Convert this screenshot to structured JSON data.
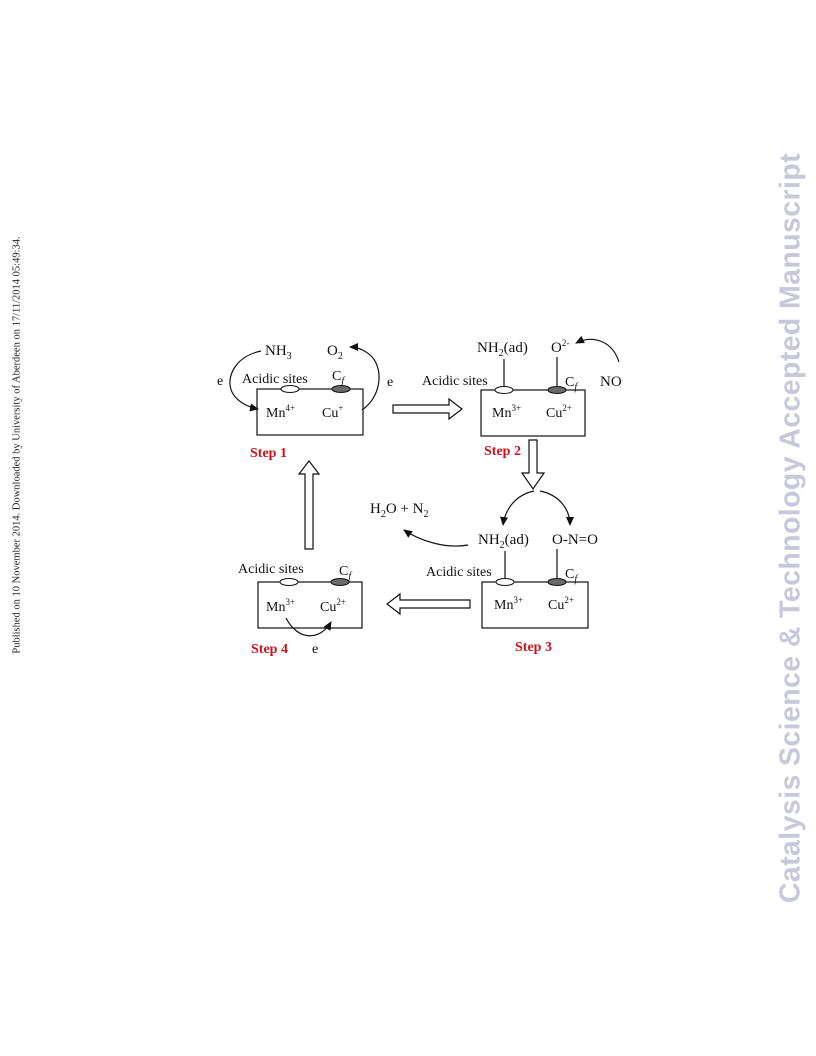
{
  "side_note": "Published on 10 November 2014. Downloaded by University of Aberdeen on 17/11/2014 05:49:34.",
  "watermark": "Catalysis Science & Technology Accepted Manuscript",
  "colors": {
    "step_label": "#d0111b",
    "watermark": "#c8c8da",
    "line": "#111111"
  },
  "scheme": {
    "step1": {
      "label": "Step 1",
      "nh3": "NH",
      "nh3_sub": "3",
      "o2": "O",
      "o2_sub": "2",
      "acidic": "Acidic sites",
      "cf": "C",
      "cf_sub": "f",
      "mn": "Mn",
      "mn_sup": "4+",
      "cu": "Cu",
      "cu_sup": "+",
      "e_left": "e",
      "e_right": "e"
    },
    "step2": {
      "label": "Step 2",
      "nh2": "NH",
      "nh2_sub": "2",
      "nh2_tail": "(ad)",
      "o": "O",
      "o_sup": "2-",
      "no": "NO",
      "acidic": "Acidic sites",
      "cf": "C",
      "cf_sub": "f",
      "mn": "Mn",
      "mn_sup": "3+",
      "cu": "Cu",
      "cu_sup": "2+"
    },
    "step3": {
      "label": "Step 3",
      "nh2": "NH",
      "nh2_sub": "2",
      "nh2_tail": "(ad)",
      "ono": "O-N=O",
      "products_h": "H",
      "products_h_sub": "2",
      "products_mid": "O + N",
      "products_n_sub": "2",
      "acidic": "Acidic sites",
      "cf": "C",
      "cf_sub": "f",
      "mn": "Mn",
      "mn_sup": "3+",
      "cu": "Cu",
      "cu_sup": "2+"
    },
    "step4": {
      "label": "Step 4",
      "acidic": "Acidic sites",
      "cf": "C",
      "cf_sub": "f",
      "mn": "Mn",
      "mn_sup": "3+",
      "cu": "Cu",
      "cu_sup": "2+",
      "e": "e"
    }
  }
}
